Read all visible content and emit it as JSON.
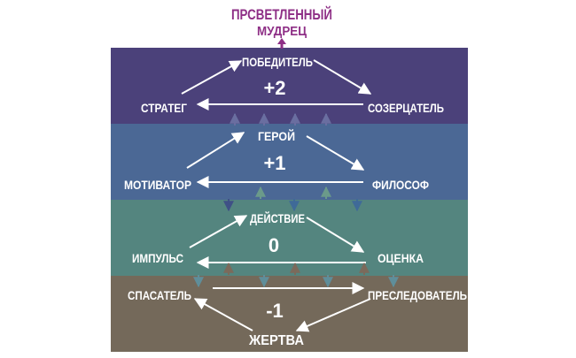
{
  "top": {
    "line1": "ПРСВЕТЛЕННЫЙ",
    "line2": "МУДРЕЦ",
    "color": "#8e2f86"
  },
  "levels": [
    {
      "value": "+2",
      "top": "ПОБЕДИТЕЛЬ",
      "left": "СТРАТЕГ",
      "right": "СОЗЕРЦАТЕЛЬ",
      "color": "#4b417a"
    },
    {
      "value": "+1",
      "top": "ГЕРОЙ",
      "left": "МОТИВАТОР",
      "right": "ФИЛОСОФ",
      "color": "#4b6895"
    },
    {
      "value": "0",
      "top": "ДЕЙСТВИЕ",
      "left": "ИМПУЛЬС",
      "right": "ОЦЕНКА",
      "color": "#54857f"
    },
    {
      "value": "-1",
      "bottom": "ЖЕРТВА",
      "left": "СПАСАТЕЛЬ",
      "right": "ПРЕСЛЕДОВАТЕЛЬ",
      "color": "#74695a"
    }
  ],
  "colors": {
    "text": "#ffffff",
    "arrow_white": "#ffffff",
    "arrow_up_1": "#6a6ea0",
    "arrow_down_1": "#3f5086",
    "arrow_up_2": "#6b9a8a",
    "arrow_down_2": "#3f6a98",
    "arrow_up_3": "#7b6a5b",
    "arrow_down_3": "#5f8e9a"
  }
}
